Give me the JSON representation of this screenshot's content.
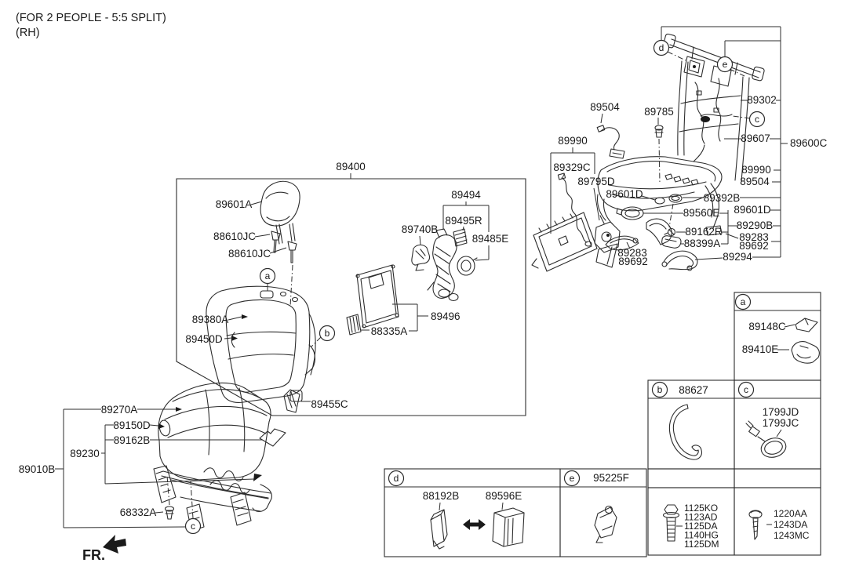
{
  "header": {
    "line1": "(FOR 2 PEOPLE - 5:5 SPLIT)",
    "line2": "(RH)"
  },
  "direction": {
    "fr": "FR."
  },
  "callouts": {
    "a": "a",
    "b": "b",
    "c": "c",
    "d": "d",
    "e": "e"
  },
  "labels": {
    "p89400": "89400",
    "p89601A": "89601A",
    "p88610JC": "88610JC",
    "p89380A": "89380A",
    "p89450D": "89450D",
    "p89740B": "89740B",
    "p89494": "89494",
    "p89495R": "89495R",
    "p89485E": "89485E",
    "p89496": "89496",
    "p88335A": "88335A",
    "p89455C": "89455C",
    "p89504": "89504",
    "p89785": "89785",
    "p89990": "89990",
    "p89329C": "89329C",
    "p89795D": "89795D",
    "p89601D": "89601D",
    "p89302": "89302",
    "p89607": "89607",
    "p89600C": "89600C",
    "p89392B": "89392B",
    "p89560E": "89560E",
    "p89162R": "89162R",
    "p88399A": "88399A",
    "p89290B": "89290B",
    "p89283": "89283",
    "p89692": "89692",
    "p89294": "89294",
    "p89270A": "89270A",
    "p89150D": "89150D",
    "p89162B": "89162B",
    "p89230": "89230",
    "p89010B": "89010B",
    "p68332A": "68332A"
  },
  "legend": {
    "a_items": [
      "89148C",
      "89410E"
    ],
    "b_title": "88627",
    "c_items": [
      "1799JD",
      "1799JC"
    ],
    "d_items": [
      "88192B",
      "89596E"
    ],
    "e_title": "95225F",
    "bolt_codes": [
      "1125KO",
      "1123AD",
      "1125DA",
      "1140HG",
      "1125DM"
    ],
    "screw_codes": [
      "1220AA",
      "1243DA",
      "1243MC"
    ]
  },
  "colors": {
    "line": "#2d2d2d",
    "text": "#1a1a1a",
    "bg": "#ffffff"
  }
}
